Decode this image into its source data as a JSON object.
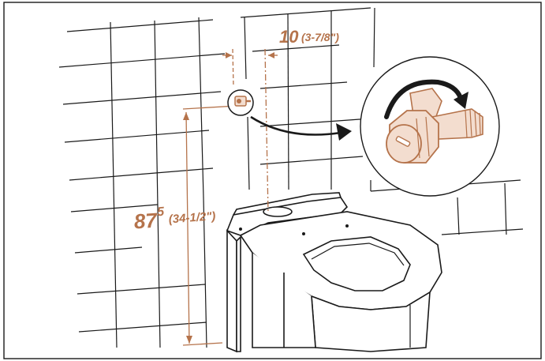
{
  "diagram": {
    "horizontal_dimension": {
      "value": "10",
      "imperial": "(3-7/8\")"
    },
    "vertical_dimension": {
      "value": "87",
      "value_superscript": "5",
      "imperial": "(34-1/2\")"
    },
    "colors": {
      "line": "#1a1a1a",
      "accent": "#b5734b",
      "accent_fill": "#f3ddcf",
      "background": "#ffffff"
    }
  }
}
